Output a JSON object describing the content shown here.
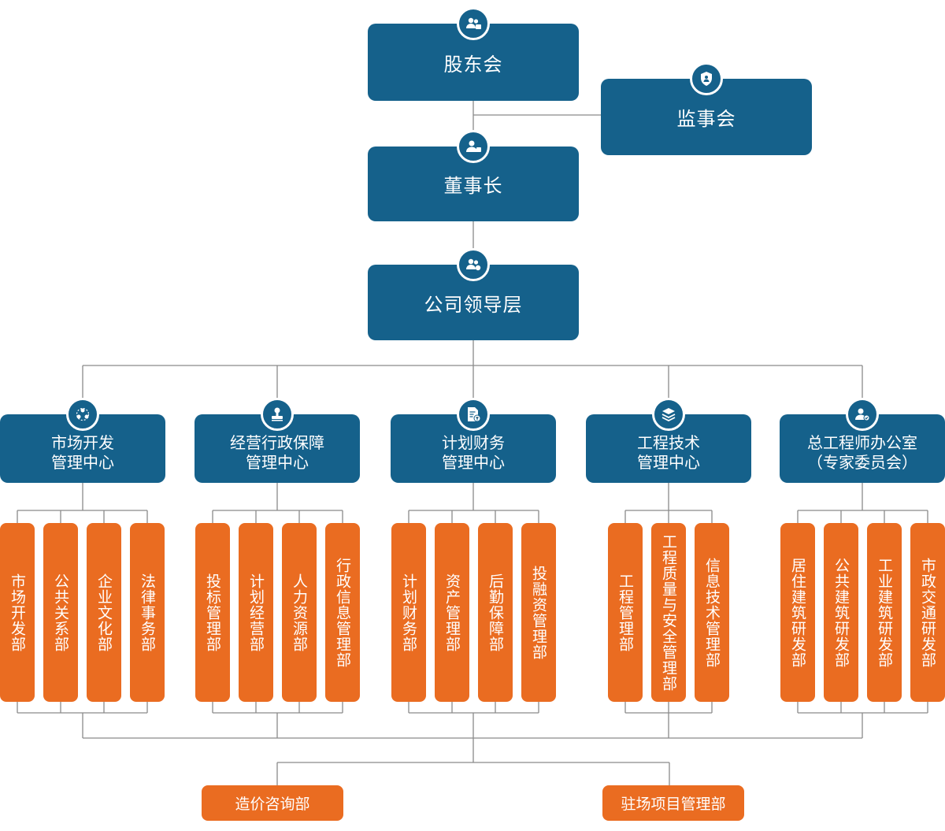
{
  "top": {
    "shareholders": "股东会",
    "supervisors": "监事会",
    "chairman": "董事长",
    "leadership": "公司领导层"
  },
  "centers": [
    {
      "line1": "市场开发",
      "line2": "管理中心",
      "icon": "people-network-icon"
    },
    {
      "line1": "经营行政保障",
      "line2": "管理中心",
      "icon": "stamp-icon"
    },
    {
      "line1": "计划财务",
      "line2": "管理中心",
      "icon": "finance-document-icon"
    },
    {
      "line1": "工程技术",
      "line2": "管理中心",
      "icon": "layers-icon"
    },
    {
      "line1": "总工程师办公室",
      "line2": "（专家委员会）",
      "icon": "user-check-icon"
    }
  ],
  "departments": [
    [
      "市场开发部",
      "公共关系部",
      "企业文化部",
      "法律事务部"
    ],
    [
      "投标管理部",
      "计划经营部",
      "人力资源部",
      "行政信息管理部"
    ],
    [
      "计划财务部",
      "资产管理部",
      "后勤保障部",
      "投融资管理部"
    ],
    [
      "工程管理部",
      "工程质量与安全管理部",
      "信息技术管理部"
    ],
    [
      "居住建筑研发部",
      "公共建筑研发部",
      "工业建筑研发部",
      "市政交通研发部"
    ]
  ],
  "bottom_departments": [
    "造价咨询部",
    "驻场项目管理部"
  ],
  "colors": {
    "navy": "#15618b",
    "orange": "#ea6c21",
    "line": "#8a8a8a"
  }
}
